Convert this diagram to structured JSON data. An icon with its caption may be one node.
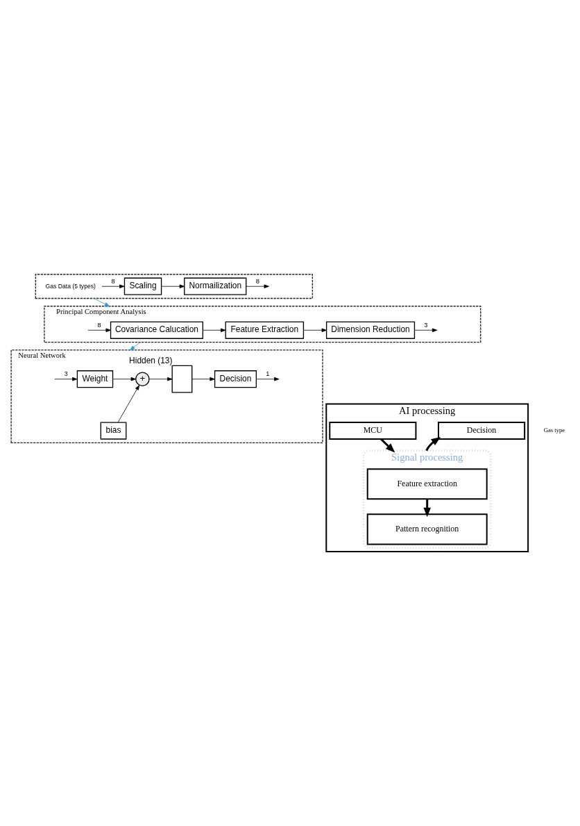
{
  "diagram": {
    "nodes": [
      {
        "text": [],
        "shape": "box"
      },
      {
        "text": [
          "Gas Data (5 types)"
        ],
        "in": 0
      },
      {
        "text": [
          "Scaling"
        ],
        "in": 0
      },
      {
        "text": [
          "Normailization"
        ],
        "in": 0
      },
      {
        "text": [
          "Principal Component Analysis"
        ]
      },
      {
        "text": [
          "Covariance Calucation"
        ],
        "in": 4
      },
      {
        "text": [
          "Feature Extraction"
        ],
        "in": 4
      },
      {
        "text": [
          "Dimension Reduction"
        ],
        "in": 4
      },
      {
        "text": [
          "Neural Network"
        ]
      },
      {
        "text": [
          "Weight"
        ],
        "in": 8
      },
      {
        "text": [
          "bias"
        ],
        "in": 8
      },
      {
        "text": [
          "+"
        ],
        "in": 8
      },
      {
        "text": [],
        "shape": "box",
        "in": 8,
        "beside": [
          "Hidden (13)"
        ]
      },
      {
        "text": [
          "Decision"
        ],
        "in": 8
      },
      {
        "text": [
          "AI processing"
        ]
      },
      {
        "text": [
          "MCU"
        ],
        "in": 14
      },
      {
        "text": [
          "Decision"
        ],
        "in": 14
      },
      {
        "text": [
          "Signal processing"
        ],
        "in": 14
      },
      {
        "text": [
          "Feature extraction"
        ],
        "in": 17
      },
      {
        "text": [
          "Pattern recognition"
        ],
        "in": 17
      }
    ],
    "edges": [
      {
        "from": 1,
        "to": 2,
        "arrow": "to",
        "label": "8"
      },
      {
        "from": 2,
        "to": 3,
        "arrow": "to"
      },
      {
        "from": 3,
        "to": null,
        "arrow": "to",
        "label": "8"
      },
      {
        "from": 0,
        "to": 4,
        "arrow": "to",
        "color": "#1ea0e6"
      },
      {
        "from": null,
        "to": 5,
        "arrow": "to",
        "label": "8"
      },
      {
        "from": 5,
        "to": 6,
        "arrow": "to"
      },
      {
        "from": 6,
        "to": 7,
        "arrow": "to"
      },
      {
        "from": 7,
        "to": null,
        "arrow": "to",
        "label": "3"
      },
      {
        "from": 4,
        "to": 8,
        "arrow": "to",
        "color": "#1ea0e6"
      },
      {
        "from": null,
        "to": 9,
        "arrow": "to",
        "label": "3"
      },
      {
        "from": 9,
        "to": 11,
        "arrow": "to"
      },
      {
        "from": 10,
        "to": 11,
        "arrow": "to"
      },
      {
        "from": 11,
        "to": 12,
        "arrow": "to"
      },
      {
        "from": 12,
        "to": 13,
        "arrow": "to"
      },
      {
        "from": 13,
        "to": null,
        "arrow": "to",
        "label": "1"
      },
      {
        "from": 15,
        "to": 17,
        "arrow": "to",
        "style": "thick"
      },
      {
        "from": 17,
        "to": 16,
        "arrow": "to",
        "style": "thick"
      },
      {
        "from": 18,
        "to": 19,
        "arrow": "to",
        "style": "thick"
      }
    ],
    "labels": [
      "Gas type"
    ]
  }
}
